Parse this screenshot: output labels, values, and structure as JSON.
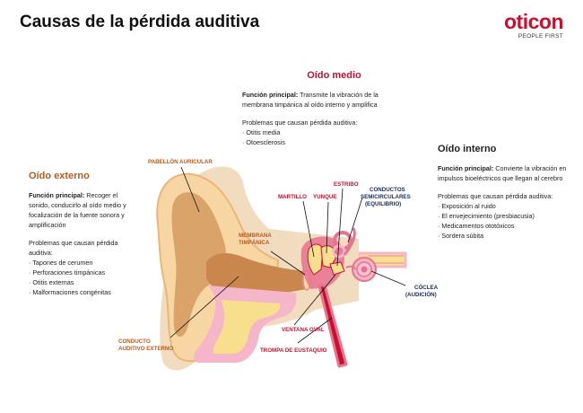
{
  "title": "Causas de la pérdida auditiva",
  "logo": {
    "name": "oticon",
    "tagline": "PEOPLE FIRST"
  },
  "oido_medio": {
    "heading": "Oído medio",
    "funcion_label": "Función principal:",
    "funcion_text": " Transmite la vibración de la membrana timpánica al oído interno y amplifica",
    "problemas_label": "Problemas que causan pérdida auditiva:",
    "problemas": [
      "Otitis media",
      "Otoesclerosis"
    ]
  },
  "oido_interno": {
    "heading": "Oído interno",
    "funcion_label": "Función principal:",
    "funcion_text": " Convierte la vibración en impulsos bioeléctricos que llegan al cerebro",
    "problemas_label": "Problemas que causan pérdida auditiva:",
    "problemas": [
      "Exposición al ruido",
      "El envejecimiento (presbiacusia)",
      "Medicamentos ototóxicos",
      "Sordera súbita"
    ]
  },
  "oido_externo": {
    "heading": "Oído externo",
    "funcion_label": "Función principal:",
    "funcion_text": " Recoger el sonido, conducirlo al oído medio y focalización de la fuente sonora y amplificación",
    "problemas_label": "Problemas que causan pérdida auditiva:",
    "problemas": [
      "Tapones de cerumen",
      "Perforaciones timpánicas",
      "Otitis externas",
      "Malformaciones congénitas"
    ]
  },
  "labels": {
    "pabellon": "PABELLÓN AURICULAR",
    "martillo": "MARTILLO",
    "yunque": "YUNQUE",
    "estribo": "ESTRIBO",
    "conductos_1": "CONDUCTOS",
    "conductos_2": "SEMICIRCULARES",
    "conductos_3": "(EQUILIBRIO)",
    "membrana_1": "MEMBRANA",
    "membrana_2": "TIMPÁNICA",
    "coclea_1": "CÓCLEA",
    "coclea_2": "(AUDICIÓN)",
    "conducto_ext_1": "CONDUCTO",
    "conducto_ext_2": "AUDITIVO EXTERNO",
    "ventana": "VENTANA OVAL",
    "trompa": "TROMPA DE EUSTAQUIO"
  },
  "colors": {
    "brand": "#c8102e",
    "externo": "#b85a1f",
    "skin": "#f2dcbf",
    "ear_dark": "#d9a36a",
    "canal": "#c9874d",
    "pink": "#f4b6c8",
    "yellow": "#f8df8e"
  }
}
